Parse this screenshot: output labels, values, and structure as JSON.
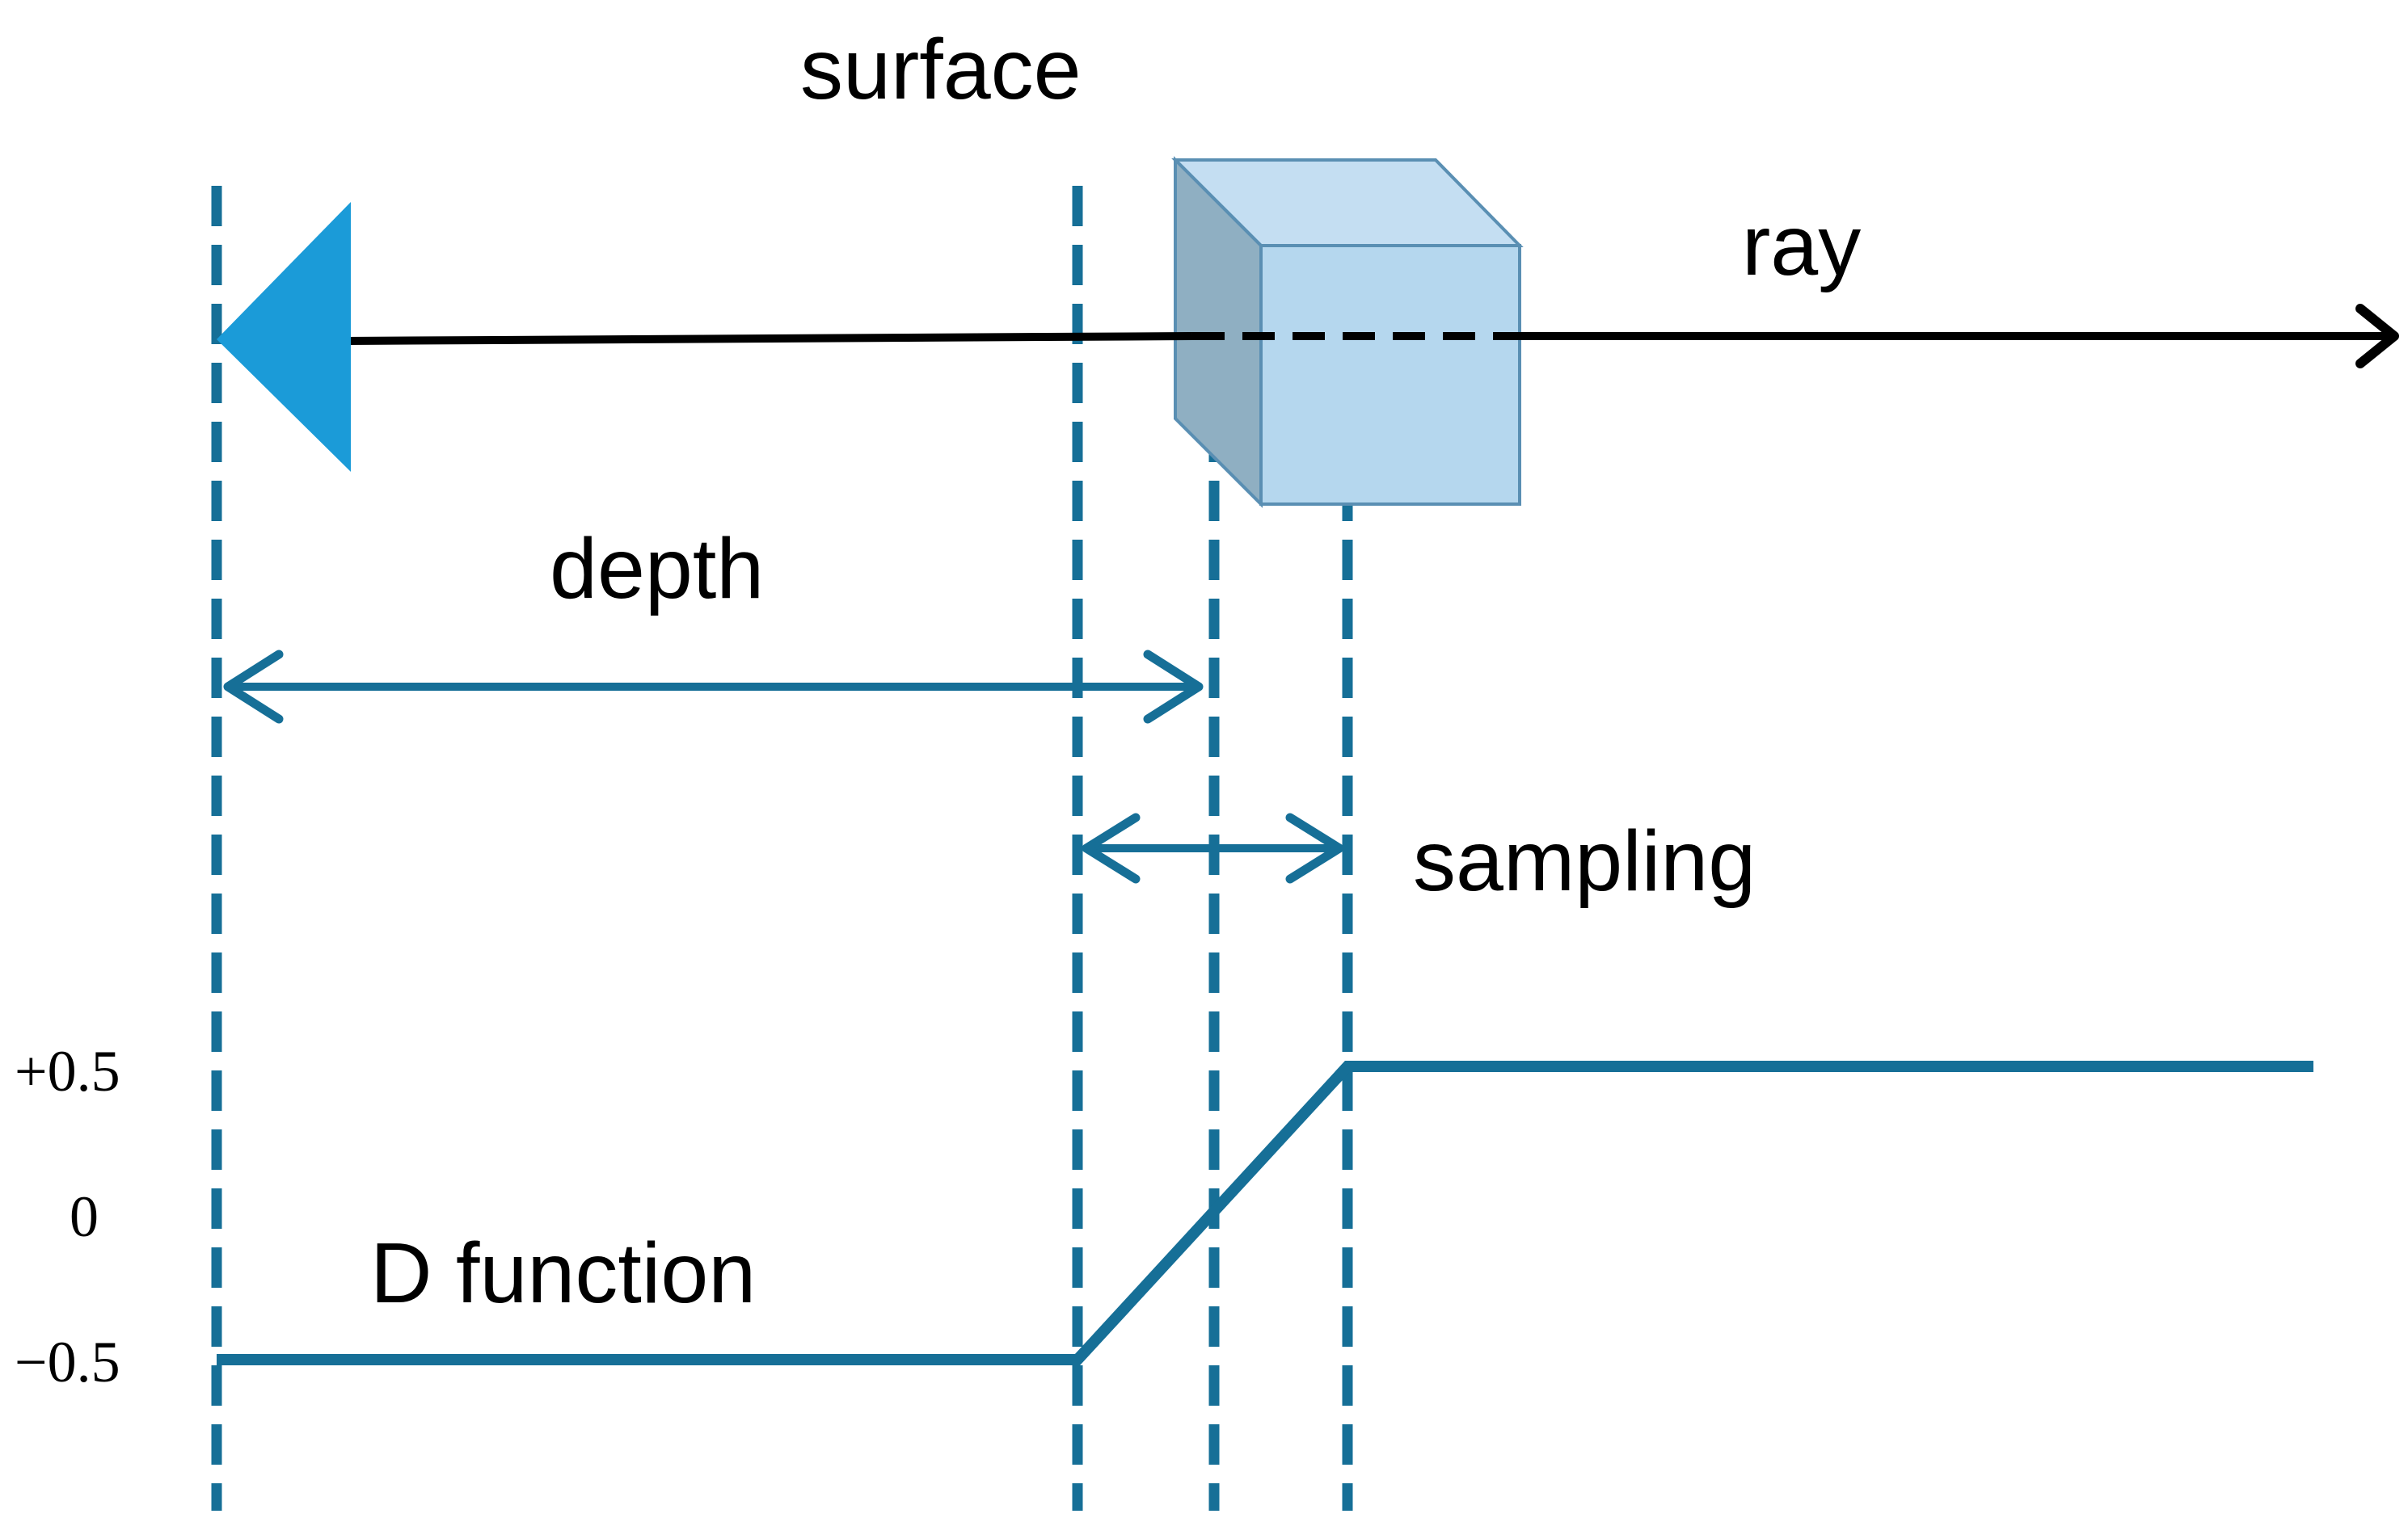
{
  "labels": {
    "surface": "surface",
    "ray": "ray",
    "depth": "depth",
    "sampling": "sampling",
    "d_function": "D function"
  },
  "value_labels": {
    "plus_half": "+0.5",
    "zero": "0",
    "minus_half": "−0.5"
  },
  "colors": {
    "guide_line": "#166f97",
    "camera_fill": "#1b9bd8",
    "voxel_front": "#b5d7ee",
    "voxel_side": "#8fafc2",
    "voxel_top": "#c4def2",
    "voxel_edge": "#5a8fb3",
    "ray": "#000000"
  }
}
